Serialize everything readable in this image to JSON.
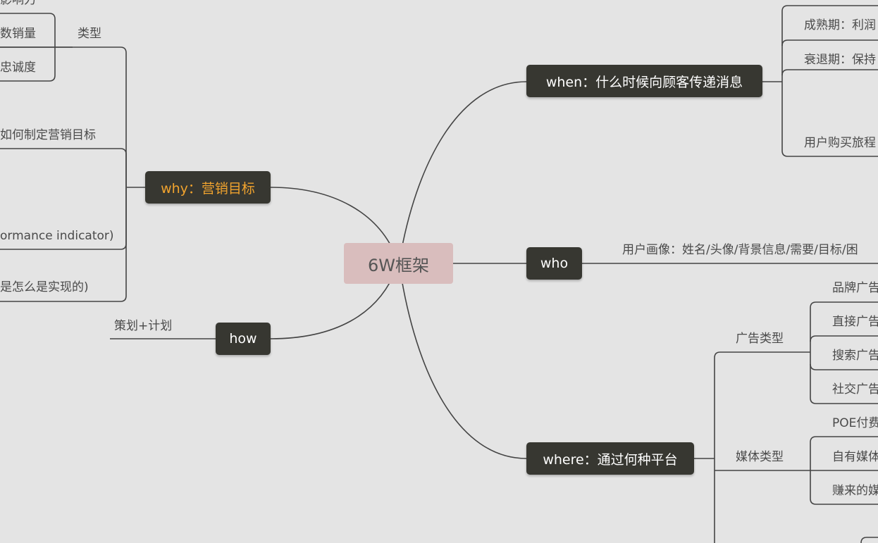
{
  "center": {
    "label": "6W框架"
  },
  "accent_color": "#f0a32e",
  "main_nodes": {
    "why": "why：营销目标",
    "how": "how",
    "when": "when：什么时候向顾客传递消息",
    "who": "who",
    "where": "where：通过何种平台"
  },
  "why_branch": {
    "partial_top": "影响力",
    "partial_sales": "数销量",
    "partial_loyalty": "忠诚度",
    "type_label": "类型",
    "how_to_set": "如何制定营销目标",
    "kpi_partial": "ormance indicator)",
    "achieved_partial": "是怎么是实现的)"
  },
  "how_branch": {
    "plan": "策划+计划"
  },
  "when_branch": {
    "mature": "成熟期：利润",
    "decline": "衰退期：保持",
    "journey": "用户购买旅程"
  },
  "who_branch": {
    "persona": "用户画像：姓名/头像/背景信息/需要/目标/困"
  },
  "where_branch": {
    "ad_type": "广告类型",
    "ad_items": [
      "品牌广告",
      "直接广告",
      "搜索广告",
      "社交广告"
    ],
    "media_type": "媒体类型",
    "media_items": [
      "POE付费",
      "自有媒体",
      "赚来的媒"
    ]
  }
}
